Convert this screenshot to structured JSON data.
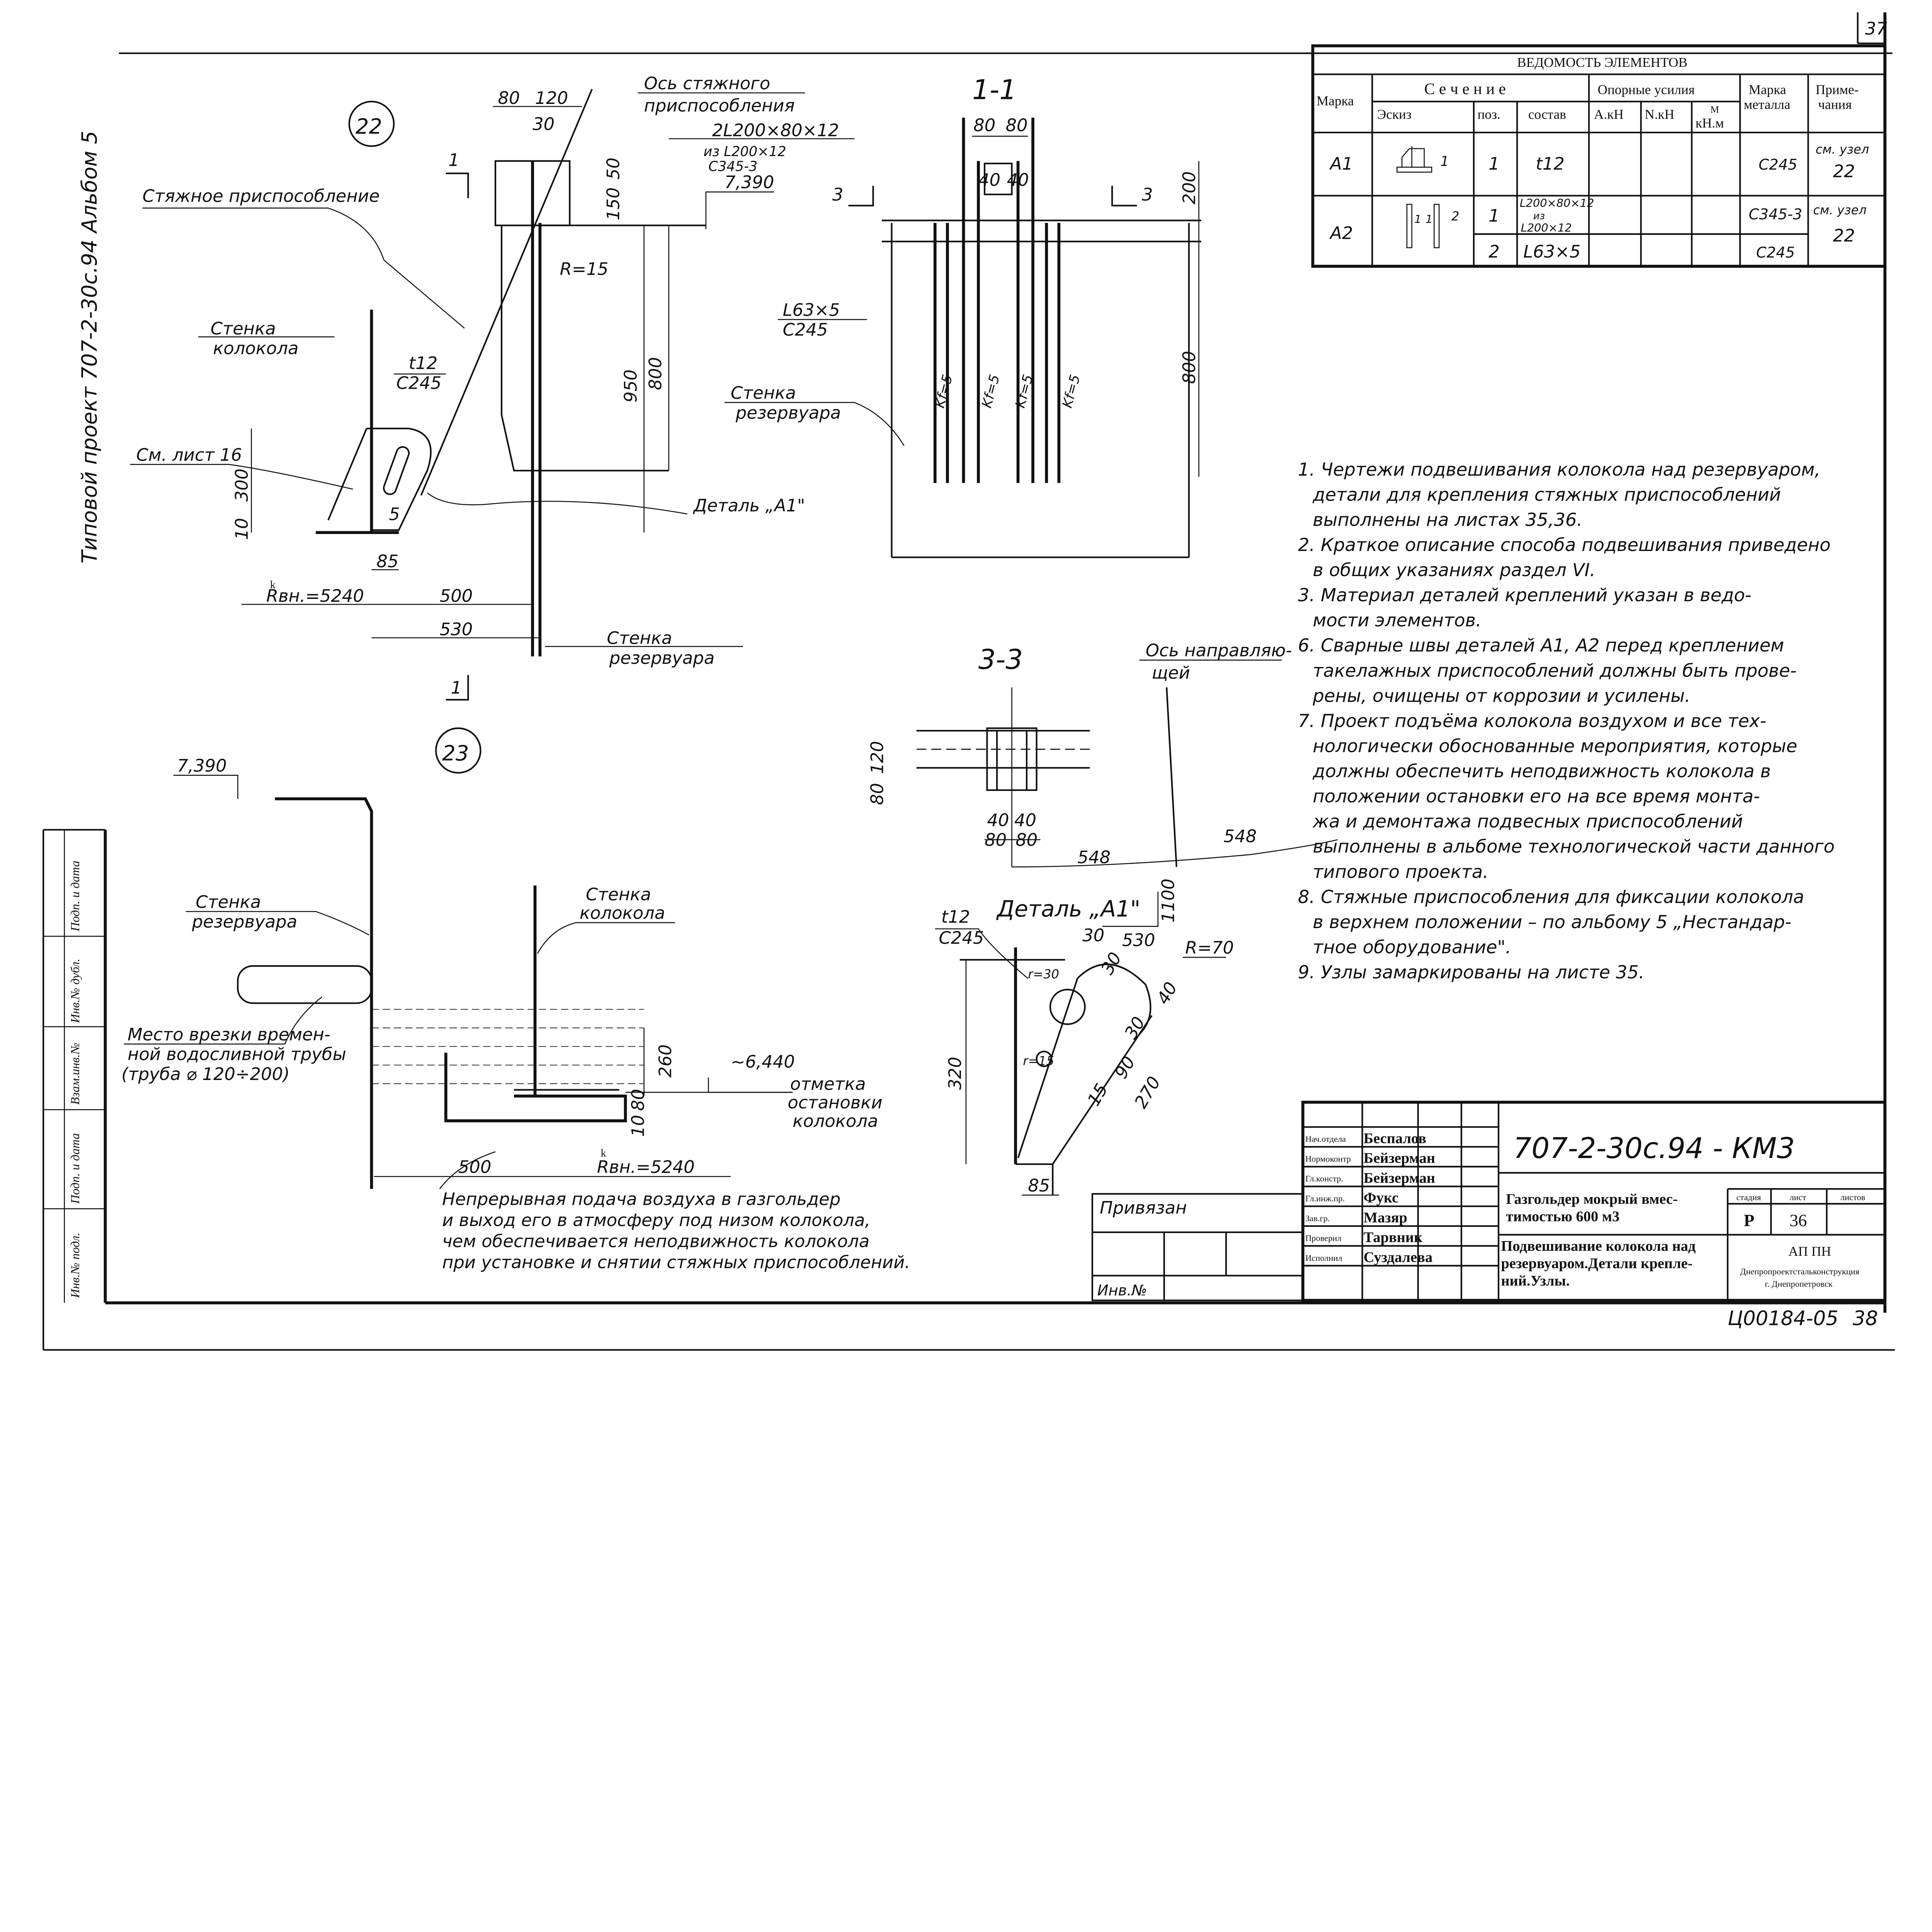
{
  "sheet": {
    "page_number": "37",
    "side_title": "Типовой проект 707-2-30с.94 Альбом 5",
    "side_stamp": [
      "Инв.№ подл.",
      "Подп. и дата",
      "Взам.инв.№",
      "Инв.№ дубл.",
      "Подп. и дата"
    ],
    "bottom_code": "Ц00184-05",
    "bottom_number": "38"
  },
  "node22": {
    "marker": "22",
    "section_mark": "1",
    "labels": {
      "tie_device": "Стяжное приспособление",
      "tie_axis_1": "Ось стяжного",
      "tie_axis_2": "приспособления",
      "profile_1": "2L200×80×12",
      "profile_2": "из L200×12",
      "profile_3": "С345-3",
      "elev": "7,390",
      "bell_wall_1": "Стенка",
      "bell_wall_2": "колокола",
      "plate_1": "t12",
      "plate_2": "С245",
      "see_sheet": "См. лист 16",
      "detail": "Деталь „А1\"",
      "tank_wall_1": "Стенка",
      "tank_wall_2": "резервуара",
      "radius": "R=15",
      "rvn": "Rвн.=5240",
      "rvn_k": "k"
    },
    "dims": [
      "80",
      "120",
      "30",
      "50",
      "150",
      "950",
      "800",
      "300",
      "10",
      "85",
      "500",
      "530",
      "5"
    ]
  },
  "section11": {
    "title": "1-1",
    "section_mark": "3",
    "profile_1": "L63×5",
    "profile_2": "С245",
    "tank_wall_1": "Стенка",
    "tank_wall_2": "резервуара",
    "dims": [
      "80",
      "80",
      "40",
      "40",
      "200",
      "800"
    ],
    "weld": "Kf=5"
  },
  "section33": {
    "title": "3-3",
    "guide_axis_1": "Ось направляю-",
    "guide_axis_2": "щей",
    "dims": [
      "120",
      "80",
      "40",
      "40",
      "80",
      "80",
      "548",
      "548"
    ]
  },
  "detailA1": {
    "title": "Деталь „А1\"",
    "plate_1": "t12",
    "plate_2": "С245",
    "dims": [
      "30",
      "530",
      "1100",
      "R=70",
      "r=30",
      "30",
      "40",
      "30",
      "r=15",
      "90",
      "15",
      "270",
      "320",
      "85"
    ]
  },
  "node23": {
    "marker": "23",
    "elev_top": "7,390",
    "tank_wall_1": "Стенка",
    "tank_wall_2": "резервуара",
    "bell_wall_1": "Стенка",
    "bell_wall_2": "колокола",
    "pipe_1": "Место врезки времен-",
    "pipe_2": "ной водосливной трубы",
    "pipe_3": "(труба ⌀ 120÷200)",
    "elev_stop": "~6,440",
    "stop_1": "отметка",
    "stop_2": "остановки",
    "stop_3": "колокола",
    "dims": [
      "260",
      "80",
      "10",
      "500"
    ],
    "rvn": "Rвн.=5240",
    "rvn_k": "k",
    "caption": [
      "Непрерывная подача воздуха в газгольдер",
      "и выход его в атмосферу под низом колокола,",
      "чем обеспечивается неподвижность колокола",
      "при установке и снятии стяжных приспособлений."
    ]
  },
  "elements_table": {
    "title": "ВЕДОМОСТЬ ЭЛЕМЕНТОВ",
    "headers": {
      "mark": "Марка",
      "section": "С е ч е н и е",
      "sketch": "Эскиз",
      "pos": "поз.",
      "composition": "состав",
      "forces": "Опорные усилия",
      "a": "А.кН",
      "n": "N.кН",
      "m1": "М",
      "m2": "кН.м",
      "steel_1": "Марка",
      "steel_2": "металла",
      "notes_1": "Приме-",
      "notes_2": "чания"
    },
    "rows": [
      {
        "mark": "А1",
        "pos": "1",
        "composition": "t12",
        "steel": "С245",
        "note_1": "см. узел",
        "note_2": "22"
      },
      {
        "mark": "А2",
        "pos": "1",
        "composition_1": "L200×80×12",
        "composition_2": "из",
        "composition_3": "L200×12",
        "steel": "С345-3",
        "note_1": "см. узел",
        "note_2": "22"
      },
      {
        "pos": "2",
        "composition": "L63×5",
        "steel": "С245"
      }
    ],
    "sketch_labels": [
      "1",
      "1",
      "2"
    ]
  },
  "notes": [
    "1. Чертежи подвешивания колокола над резервуаром,",
    "детали для крепления стяжных приспособлений",
    "выполнены на листах 35,36.",
    "2. Краткое описание способа подвешивания приведено",
    "в общих указаниях раздел VI.",
    "3. Материал деталей креплений указан в ведо-",
    "мости элементов.",
    "6. Сварные швы деталей А1, А2 перед креплением",
    "такелажных приспособлений должны быть прове-",
    "рены, очищены от коррозии и усилены.",
    "7. Проект подъёма колокола воздухом и все тех-",
    "нологически обоснованные мероприятия, которые",
    "должны обеспечить неподвижность колокола в",
    "положении остановки его на все время монта-",
    "жа и демонтажа подвесных приспособлений",
    "выполнены в альбоме технологической части данного",
    "типового проекта.",
    "8. Стяжные приспособления для фиксации колокола",
    "в верхнем положении – по альбому 5 „Нестандар-",
    "тное оборудование\".",
    "9. Узлы замаркированы на листе 35."
  ],
  "title_block": {
    "code": "707-2-30с.94 - КМ3",
    "roles": [
      "Нач.отдела",
      "Нормоконтр",
      "Гл.констр.",
      "Гл.инж.пр.",
      "Зав.гр.",
      "Проверил",
      "Исполнил"
    ],
    "names": [
      "Беспалов",
      "Бейзерман",
      "Бейзерман",
      "Фукс",
      "Мазяр",
      "Тарвник",
      "Суздалева"
    ],
    "object_1": "Газгольдер мокрый вмес-",
    "object_2": "тимостью 600 м3",
    "sheet_title_1": "Подвешивание колокола над",
    "sheet_title_2": "резервуаром.Детали крепле-",
    "sheet_title_3": "ний.Узлы.",
    "stage_label": "стадия",
    "sheet_label": "лист",
    "sheets_label": "листов",
    "stage": "Р",
    "sheet": "36",
    "org_1": "АП ПН",
    "org_2": "Днепропроектстальконструкция",
    "org_3": "г. Днепропетровск",
    "bound_label": "Привязан",
    "inv_label": "Инв.№"
  }
}
